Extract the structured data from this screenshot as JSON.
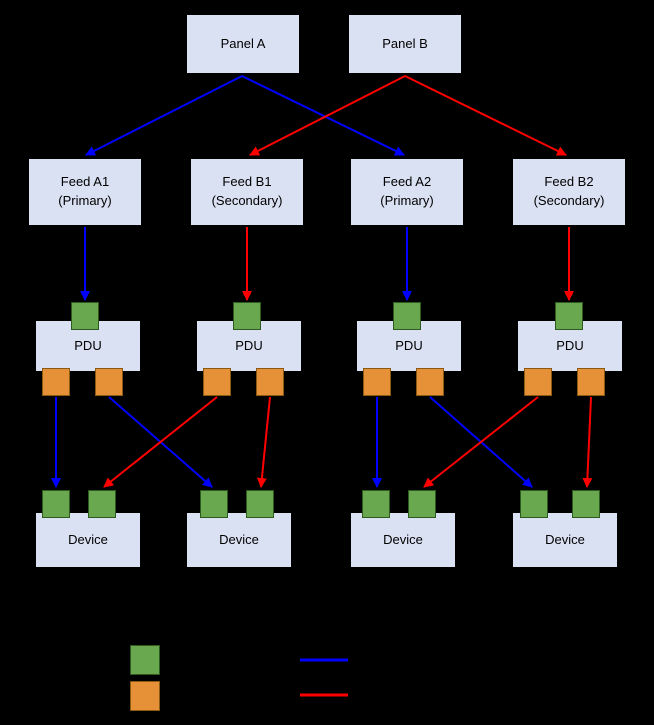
{
  "colors": {
    "background": "#000000",
    "node_fill": "#dae1f3",
    "input_port": "#6aa84f",
    "output_port": "#e69138",
    "primary_path": "#0000ff",
    "secondary_path": "#ff0000"
  },
  "diagram": {
    "nodes": {
      "panel_a": {
        "label": "Panel A"
      },
      "panel_b": {
        "label": "Panel B"
      },
      "feed_a1": {
        "label": "Feed A1\n(Primary)"
      },
      "feed_b1": {
        "label": "Feed B1\n(Secondary)"
      },
      "feed_a2": {
        "label": "Feed A2\n(Primary)"
      },
      "feed_b2": {
        "label": "Feed B2\n(Secondary)"
      },
      "pdu": {
        "label": "PDU"
      },
      "device": {
        "label": "Device"
      }
    },
    "connections": [
      {
        "from": "Panel A",
        "to": "Feed A1 (Primary)",
        "type": "primary"
      },
      {
        "from": "Panel A",
        "to": "Feed A2 (Primary)",
        "type": "primary"
      },
      {
        "from": "Panel B",
        "to": "Feed B1 (Secondary)",
        "type": "secondary"
      },
      {
        "from": "Panel B",
        "to": "Feed B2 (Secondary)",
        "type": "secondary"
      },
      {
        "from": "Feed A1 (Primary)",
        "to": "PDU 1 input",
        "type": "primary"
      },
      {
        "from": "Feed B1 (Secondary)",
        "to": "PDU 2 input",
        "type": "secondary"
      },
      {
        "from": "Feed A2 (Primary)",
        "to": "PDU 3 input",
        "type": "primary"
      },
      {
        "from": "Feed B2 (Secondary)",
        "to": "PDU 4 input",
        "type": "secondary"
      },
      {
        "from": "PDU 1 output 1",
        "to": "Device 1 input 1",
        "type": "primary"
      },
      {
        "from": "PDU 1 output 2",
        "to": "Device 2 input 1",
        "type": "primary"
      },
      {
        "from": "PDU 2 output 1",
        "to": "Device 1 input 2",
        "type": "secondary"
      },
      {
        "from": "PDU 2 output 2",
        "to": "Device 2 input 2",
        "type": "secondary"
      },
      {
        "from": "PDU 3 output 1",
        "to": "Device 3 input 1",
        "type": "primary"
      },
      {
        "from": "PDU 3 output 2",
        "to": "Device 4 input 1",
        "type": "primary"
      },
      {
        "from": "PDU 4 output 1",
        "to": "Device 3 input 2",
        "type": "secondary"
      },
      {
        "from": "PDU 4 output 2",
        "to": "Device 4 input 2",
        "type": "secondary"
      }
    ]
  },
  "legend": {
    "swatches": [
      {
        "name": "green-square",
        "color": "#6aa84f"
      },
      {
        "name": "orange-square",
        "color": "#e69138"
      }
    ],
    "lines": [
      {
        "name": "blue-line",
        "color": "#0000ff"
      },
      {
        "name": "red-line",
        "color": "#ff0000"
      }
    ]
  }
}
